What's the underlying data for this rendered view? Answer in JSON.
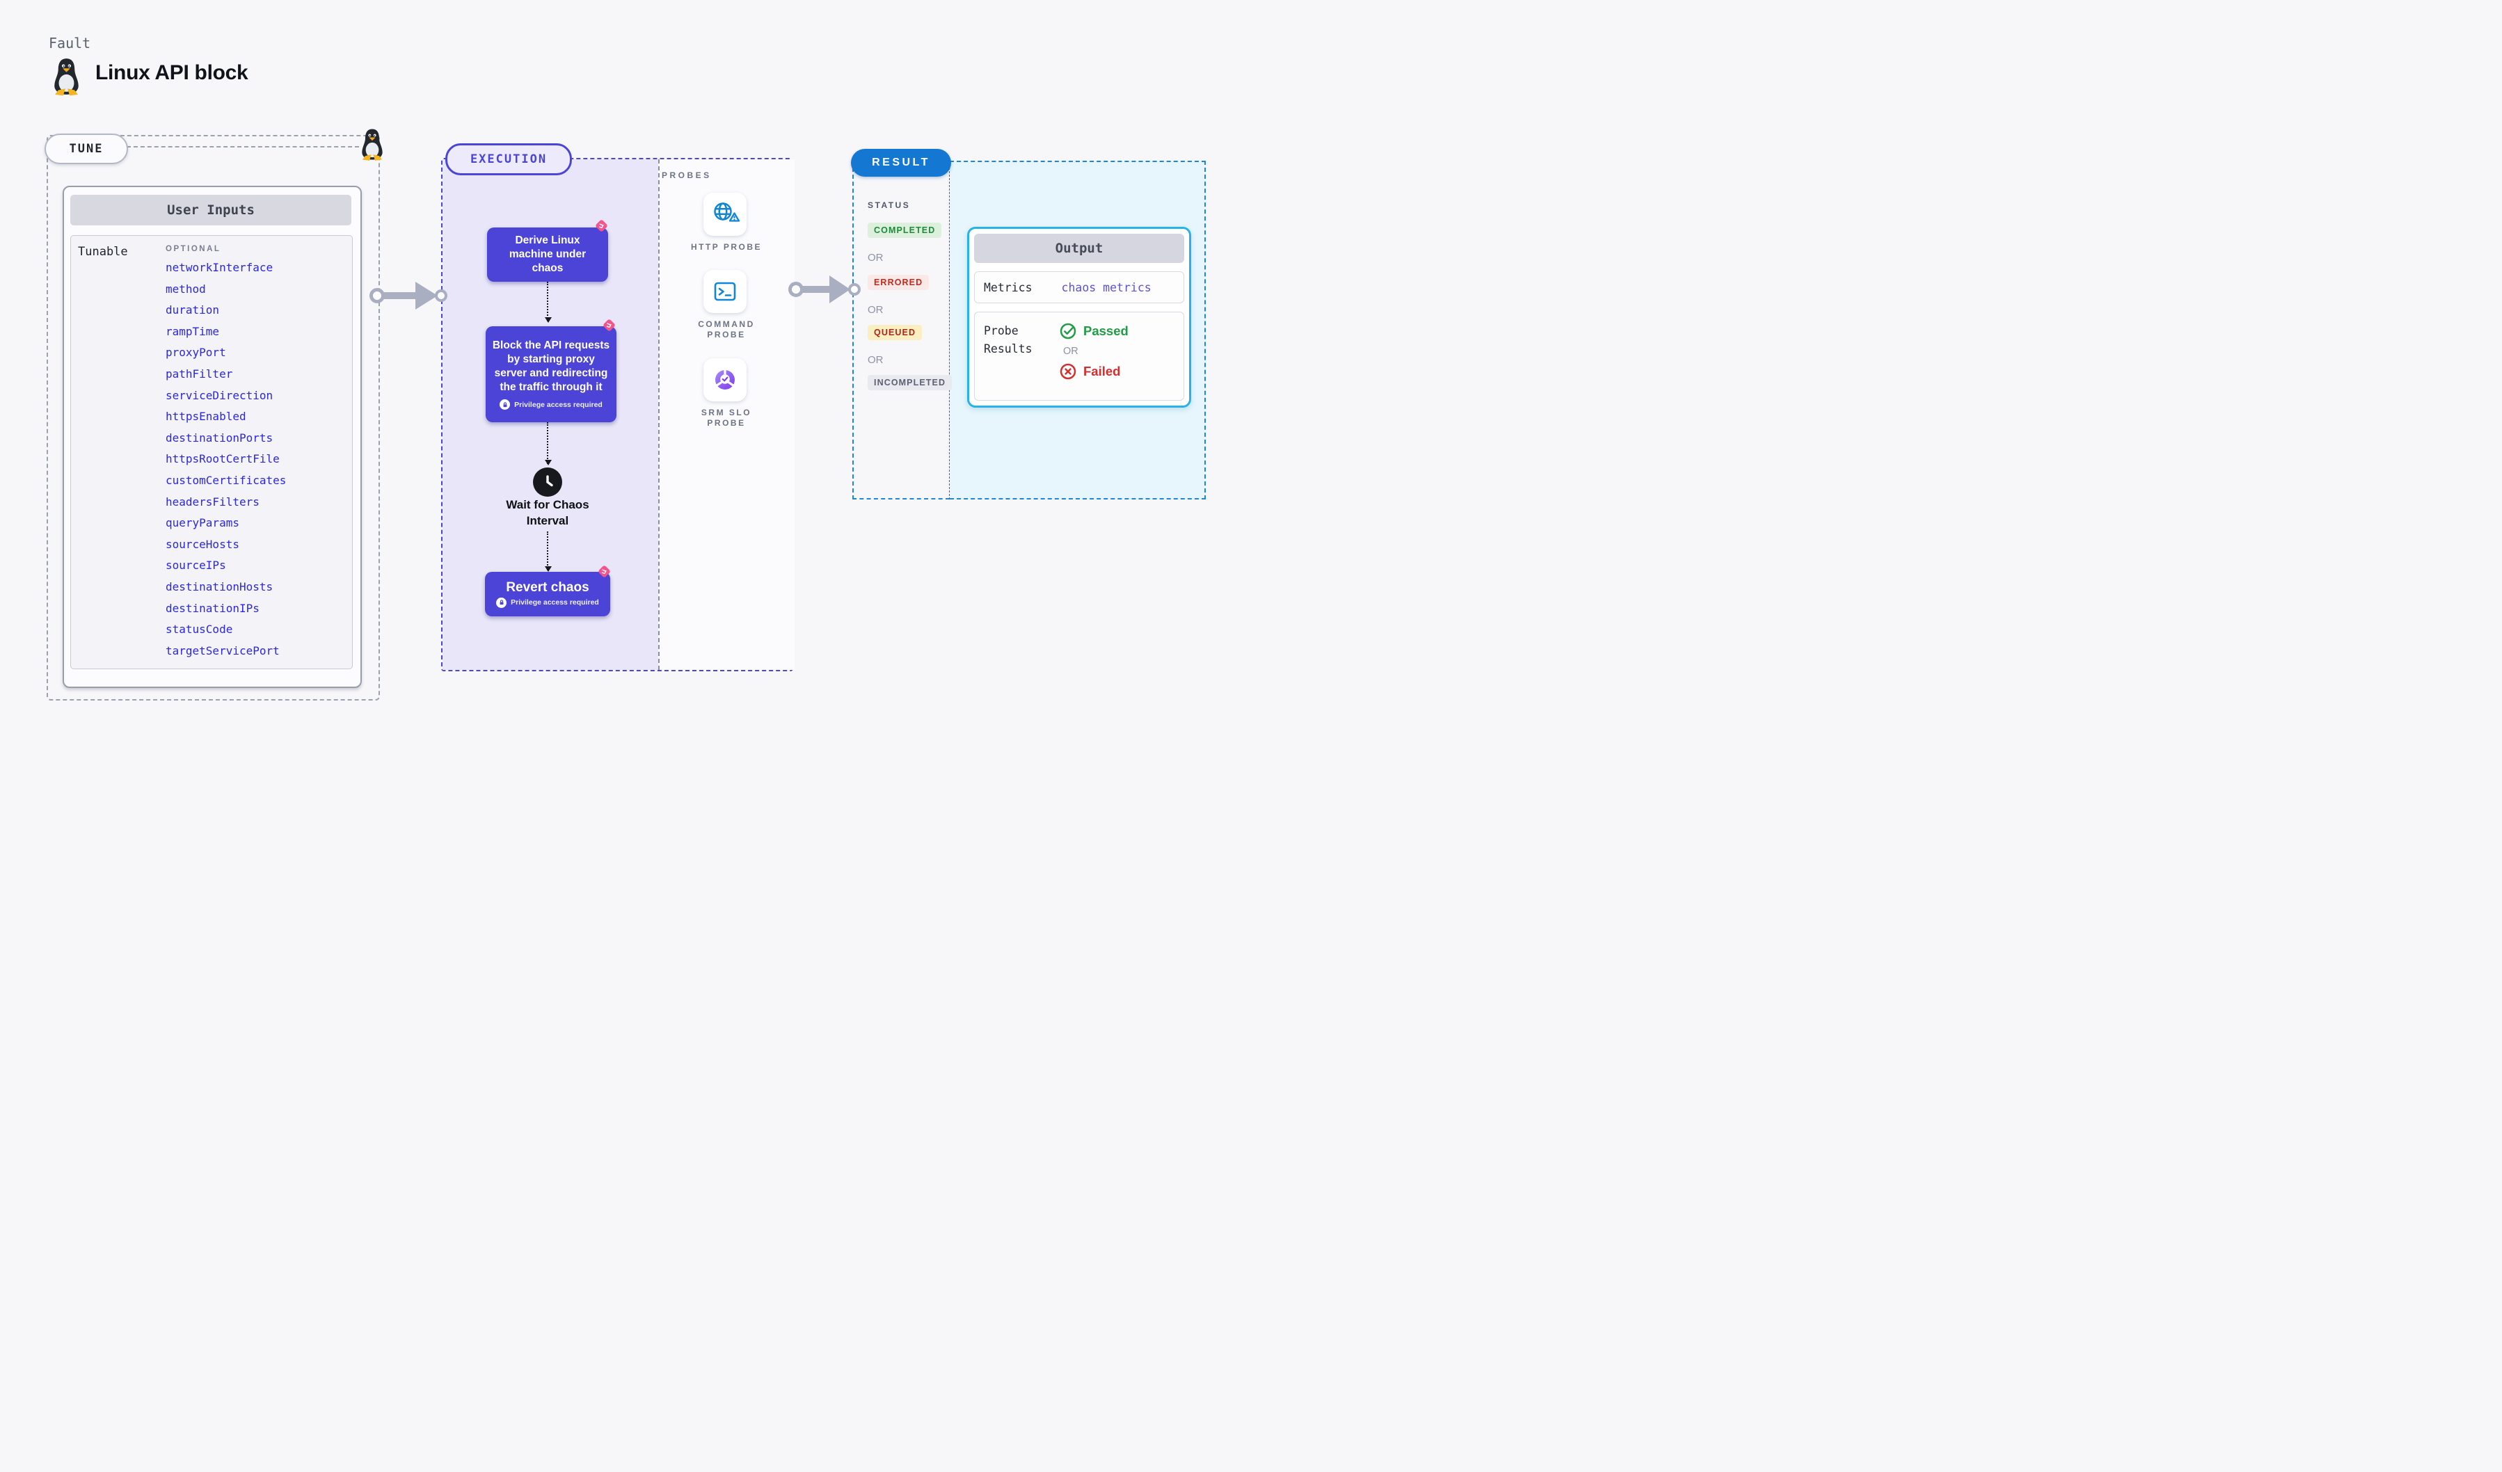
{
  "page": {
    "fault_label": "Fault",
    "title": "Linux API block"
  },
  "tune": {
    "label": "TUNE",
    "user_inputs_title": "User Inputs",
    "row_label": "Tunable",
    "column_label": "OPTIONAL",
    "params": [
      "networkInterface",
      "method",
      "duration",
      "rampTime",
      "proxyPort",
      "pathFilter",
      "serviceDirection",
      "httpsEnabled",
      "destinationPorts",
      "httpsRootCertFile",
      "customCertificates",
      "headersFilters",
      "queryParams",
      "sourceHosts",
      "sourceIPs",
      "destinationHosts",
      "destinationIPs",
      "statusCode",
      "targetServicePort"
    ]
  },
  "execution": {
    "label": "EXECUTION",
    "step1": "Derive Linux machine under chaos",
    "step2": "Block the API requests by starting proxy server and redirecting the traffic through it",
    "step2_note": "Privilege access required",
    "step3": "Wait for Chaos Interval",
    "step4": "Revert chaos",
    "step4_note": "Privilege access required"
  },
  "probes": {
    "label": "PROBES",
    "items": [
      {
        "name": "HTTP PROBE",
        "icon": "globe-alert-icon"
      },
      {
        "name": "COMMAND PROBE",
        "icon": "terminal-icon"
      },
      {
        "name": "SRM SLO PROBE",
        "icon": "slo-donut-icon"
      }
    ]
  },
  "result": {
    "label": "RESULT",
    "status_label": "STATUS",
    "or_label": "OR",
    "statuses": [
      {
        "text": "COMPLETED",
        "bg": "#dcf0db",
        "color": "#1d8a3c"
      },
      {
        "text": "ERRORED",
        "bg": "#fbe9e7",
        "color": "#c5281c"
      },
      {
        "text": "QUEUED",
        "bg": "#faefc0",
        "color": "#b3231b"
      },
      {
        "text": "INCOMPLETED",
        "bg": "#e9e9f0",
        "color": "#5b6170"
      }
    ],
    "output": {
      "title": "Output",
      "metrics_label": "Metrics",
      "metrics_value": "chaos metrics",
      "probe_results_label": "Probe Results",
      "passed": "Passed",
      "or_label": "OR",
      "failed": "Failed"
    }
  },
  "colors": {
    "accent_indigo": "#4b44d6",
    "accent_blue": "#1478d2",
    "accent_cyan": "#29b2e8",
    "param_blue": "#2b27e2",
    "pink_badge": "#f4538c",
    "probe_icon_blue": "#1186d6",
    "passed_green": "#1f9d44",
    "failed_red": "#d32f2f"
  }
}
